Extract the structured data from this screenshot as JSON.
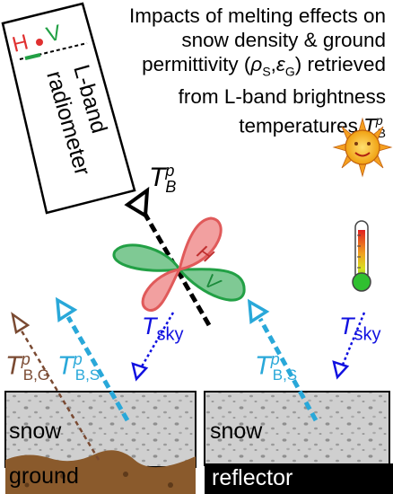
{
  "title": {
    "line1": "Impacts of melting effects on",
    "line2": "snow density & ground",
    "line3": "permittivity (ρ_S, ε_G) retrieved",
    "line4": "from L-band brightness",
    "line5": "temperatures T_B^p"
  },
  "radiometer": {
    "label_line1": "L-band",
    "label_line2": "radiometer",
    "pol_h": "H",
    "pol_v": "V"
  },
  "labels": {
    "tb_main": "T",
    "tb_main_sub": "B",
    "tb_main_sup": "p",
    "tsky": "T",
    "tsky_sub": "sky",
    "tbs": "T",
    "tbs_sub": "B,S",
    "tbs_sup": "p",
    "tbg": "T",
    "tbg_sub": "B,G",
    "tbg_sup": "p"
  },
  "wave": {
    "h": "H",
    "v": "V"
  },
  "surfaces": {
    "left_top": "snow",
    "left_bottom": "ground",
    "right_top": "snow",
    "right_bottom": "reflector"
  },
  "colors": {
    "wave_red": "#e05a5a",
    "wave_red_fill": "#f2a0a0",
    "wave_green": "#22a045",
    "wave_green_fill": "#7fc994",
    "tsky": "#1010e0",
    "tbs": "#29a8d9",
    "tbg": "#7a4a32",
    "snow": "#c9c9c9",
    "ground": "#8a5a2c"
  },
  "icons": [
    "sun-icon",
    "thermometer-icon"
  ]
}
